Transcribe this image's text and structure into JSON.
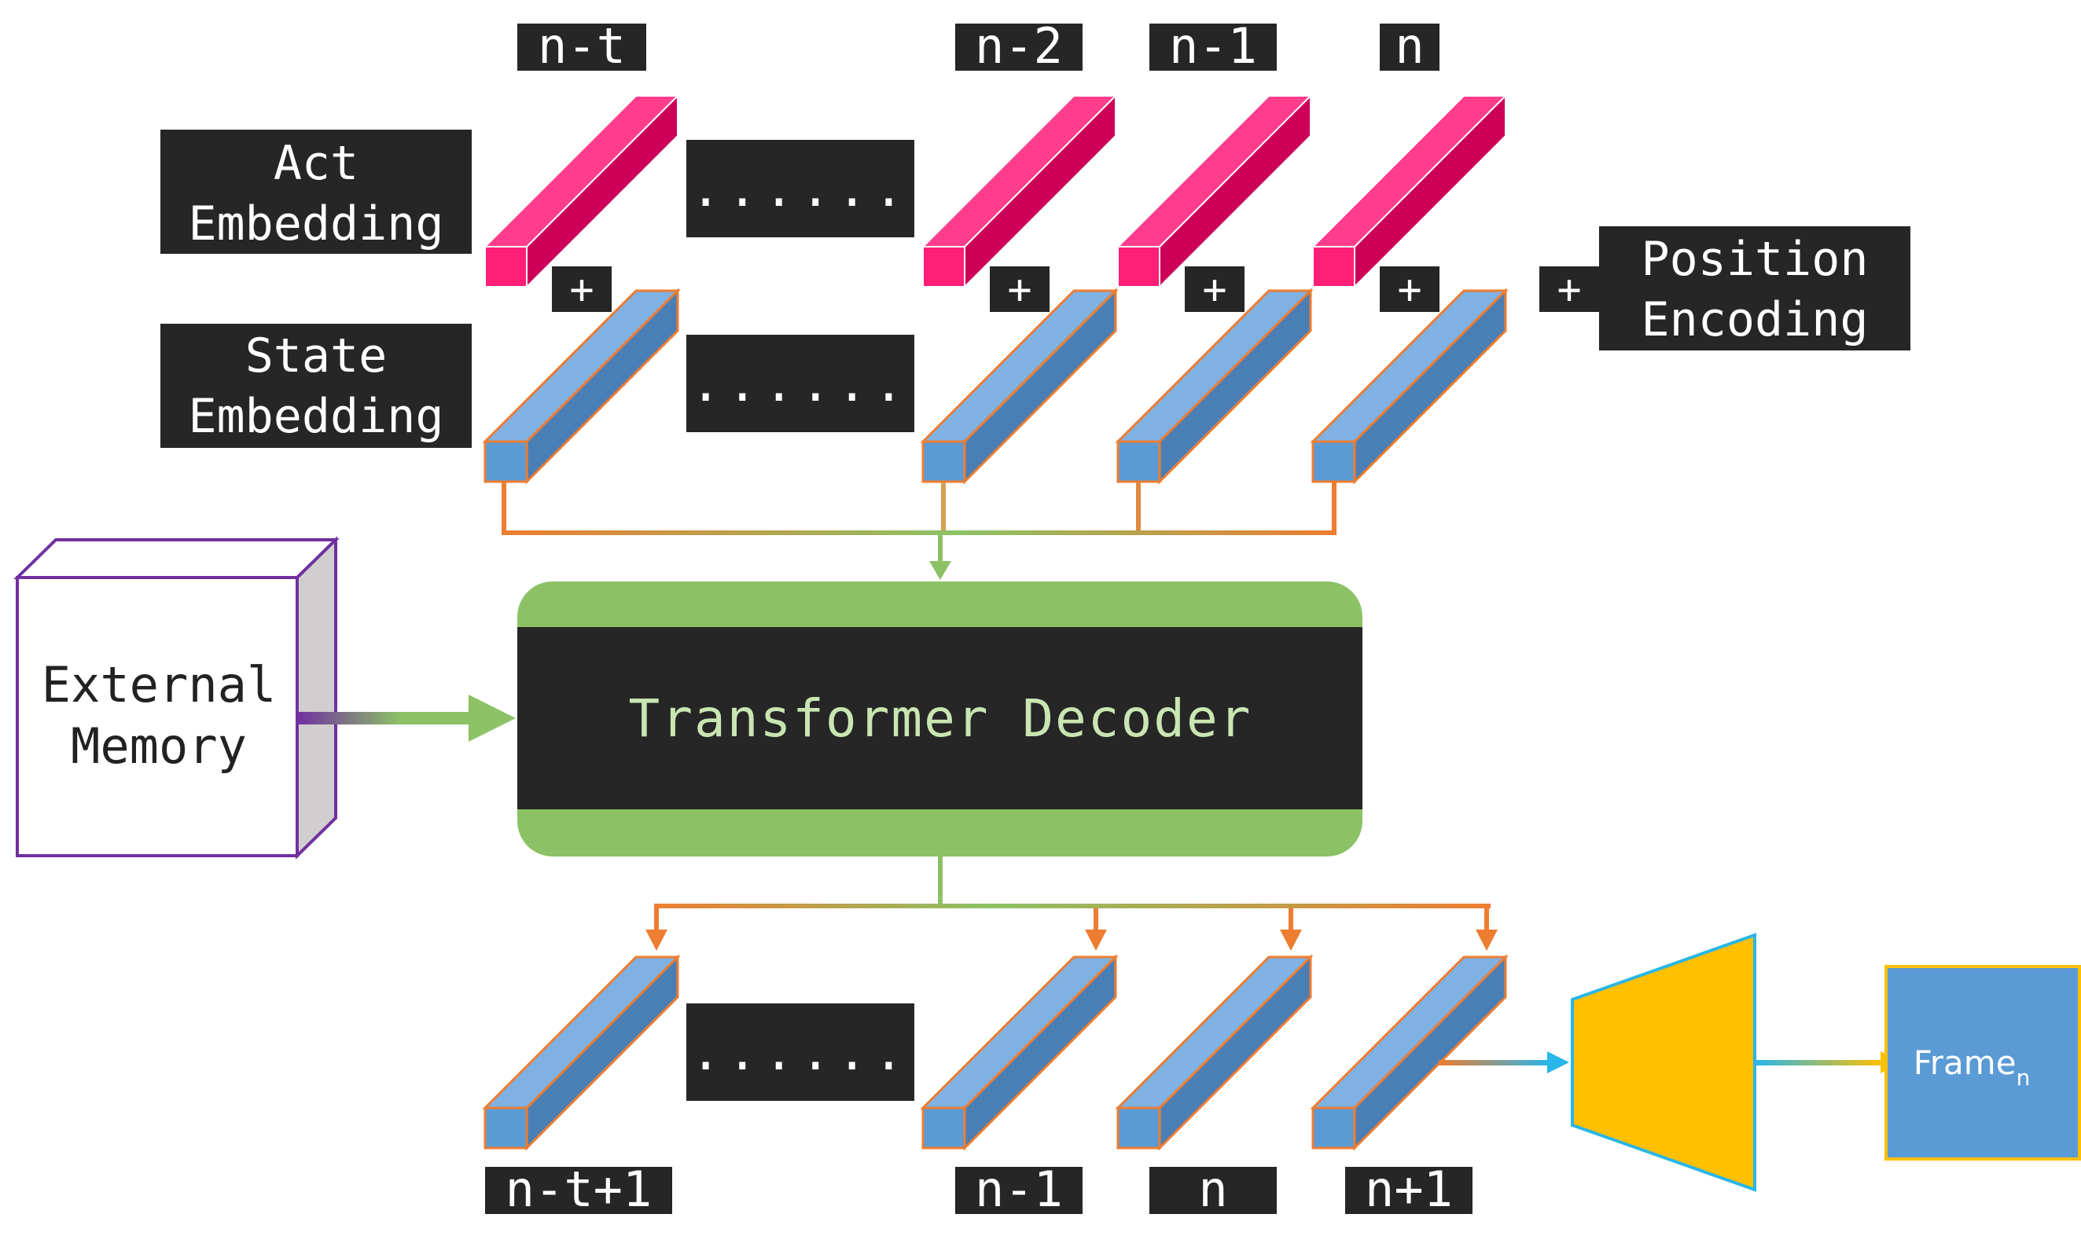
{
  "title_labels": {
    "act_embedding": [
      "Act",
      "Embedding"
    ],
    "state_embedding": [
      "State",
      "Embedding"
    ],
    "position_encoding": [
      "Position",
      "Encoding"
    ],
    "external_memory": [
      "External",
      "Memory"
    ],
    "decoder": "Transformer Decoder",
    "frame": "Frame",
    "frame_subscript": "n"
  },
  "ellipsis": "......",
  "plus": "+",
  "input_steps": [
    "n-t",
    "n-2",
    "n-1",
    "n"
  ],
  "output_steps": [
    "n-t+1",
    "n-1",
    "n",
    "n+1"
  ],
  "colors": {
    "act_front": "#ff1f77",
    "act_top": "#ff3d8c",
    "act_side": "#cc0058",
    "state_front": "#5b9bd5",
    "state_top": "#7fb1e3",
    "state_side": "#4a7fb5",
    "state_outline": "#ed7d31",
    "label_bg": "#262626",
    "decoder_band": "#8cc265",
    "decoder_core": "#262626",
    "memory_outline": "#7030a0",
    "memory_side": "#d0cece",
    "trapezoid_fill": "#ffc000",
    "trapezoid_outline": "#29b6e8",
    "frame_fill": "#5b9bd5",
    "frame_outline": "#ffc000"
  }
}
